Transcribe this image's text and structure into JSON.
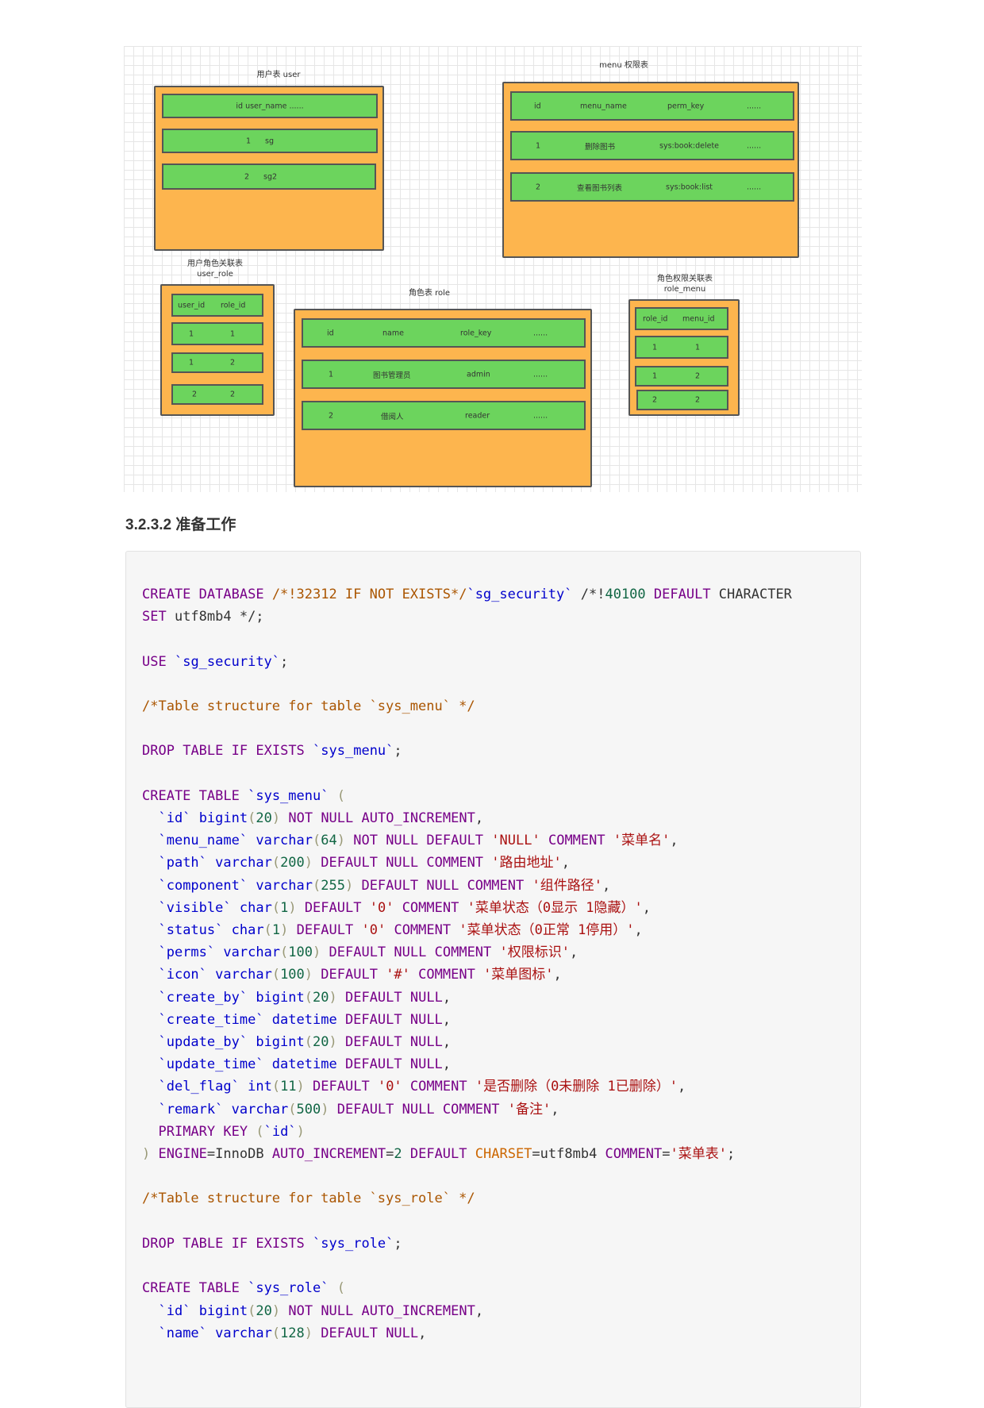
{
  "diagram": {
    "user": {
      "title": "用户表 user",
      "rows": [
        [
          "id user_name ......"
        ],
        [
          "1",
          "sg"
        ],
        [
          "2",
          "sg2"
        ]
      ]
    },
    "menu": {
      "title": "menu 权限表",
      "header": [
        "id",
        "menu_name",
        "perm_key",
        "......"
      ],
      "rows": [
        [
          "1",
          "删除图书",
          "sys:book:delete",
          "......"
        ],
        [
          "2",
          "查看图书列表",
          "sys:book:list",
          "......"
        ]
      ]
    },
    "user_role": {
      "title": "用户角色关联表",
      "subtitle": "user_role",
      "header": [
        "user_id",
        "role_id"
      ],
      "rows": [
        [
          "1",
          "1"
        ],
        [
          "1",
          "2"
        ],
        [
          "2",
          "2"
        ]
      ]
    },
    "role": {
      "title": "角色表 role",
      "header": [
        "id",
        "name",
        "role_key",
        "......"
      ],
      "rows": [
        [
          "1",
          "图书管理员",
          "admin",
          "......"
        ],
        [
          "2",
          "借阅人",
          "reader",
          "......"
        ]
      ]
    },
    "role_menu": {
      "title": "角色权限关联表",
      "subtitle": "role_menu",
      "header": [
        "role_id",
        "menu_id"
      ],
      "rows": [
        [
          "1",
          "1"
        ],
        [
          "1",
          "2"
        ],
        [
          "2",
          "2"
        ]
      ]
    }
  },
  "section_title": "3.2.3.2 准备工作",
  "code_lines": [
    "CREATE DATABASE /*!32312 IF NOT EXISTS*/`sg_security` /*!40100 DEFAULT CHARACTER",
    "SET utf8mb4 */;",
    "",
    "USE `sg_security`;",
    "",
    "/*Table structure for table `sys_menu` */",
    "",
    "DROP TABLE IF EXISTS `sys_menu`;",
    "",
    "CREATE TABLE `sys_menu` (",
    "  `id` bigint(20) NOT NULL AUTO_INCREMENT,",
    "  `menu_name` varchar(64) NOT NULL DEFAULT 'NULL' COMMENT '菜单名',",
    "  `path` varchar(200) DEFAULT NULL COMMENT '路由地址',",
    "  `component` varchar(255) DEFAULT NULL COMMENT '组件路径',",
    "  `visible` char(1) DEFAULT '0' COMMENT '菜单状态（0显示 1隐藏）',",
    "  `status` char(1) DEFAULT '0' COMMENT '菜单状态（0正常 1停用）',",
    "  `perms` varchar(100) DEFAULT NULL COMMENT '权限标识',",
    "  `icon` varchar(100) DEFAULT '#' COMMENT '菜单图标',",
    "  `create_by` bigint(20) DEFAULT NULL,",
    "  `create_time` datetime DEFAULT NULL,",
    "  `update_by` bigint(20) DEFAULT NULL,",
    "  `update_time` datetime DEFAULT NULL,",
    "  `del_flag` int(11) DEFAULT '0' COMMENT '是否删除（0未删除 1已删除）',",
    "  `remark` varchar(500) DEFAULT NULL COMMENT '备注',",
    "  PRIMARY KEY (`id`)",
    ") ENGINE=InnoDB AUTO_INCREMENT=2 DEFAULT CHARSET=utf8mb4 COMMENT='菜单表';",
    "",
    "/*Table structure for table `sys_role` */",
    "",
    "DROP TABLE IF EXISTS `sys_role`;",
    "",
    "CREATE TABLE `sys_role` (",
    "  `id` bigint(20) NOT NULL AUTO_INCREMENT,",
    "  `name` varchar(128) DEFAULT NULL,"
  ]
}
